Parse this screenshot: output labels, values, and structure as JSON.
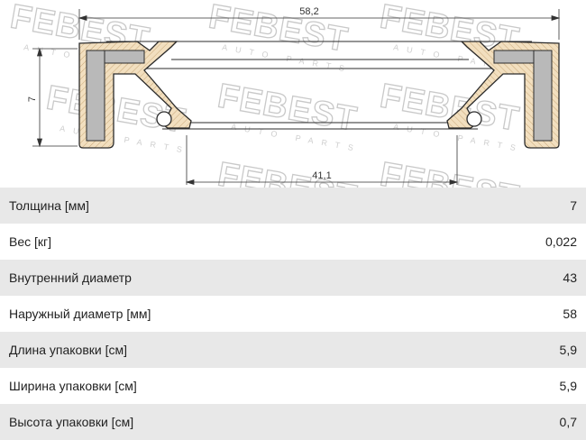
{
  "drawing": {
    "dim_outer": "58,2",
    "dim_inner": "41,1",
    "dim_height": "7",
    "watermark": {
      "brand": "FEBEST",
      "sub": "AUTO PARTS"
    },
    "colors": {
      "seal_body": "#f2dfbf",
      "metal_insert": "#b9b9b9",
      "outline": "#2b2b2b"
    }
  },
  "specs": [
    {
      "label": "Толщина [мм]",
      "value": "7"
    },
    {
      "label": "Вес [кг]",
      "value": "0,022"
    },
    {
      "label": "Внутренний диаметр",
      "value": "43"
    },
    {
      "label": "Наружный диаметр [мм]",
      "value": "58"
    },
    {
      "label": "Длина упаковки [см]",
      "value": "5,9"
    },
    {
      "label": "Ширина упаковки [см]",
      "value": "5,9"
    },
    {
      "label": "Высота упаковки [см]",
      "value": "0,7"
    }
  ]
}
